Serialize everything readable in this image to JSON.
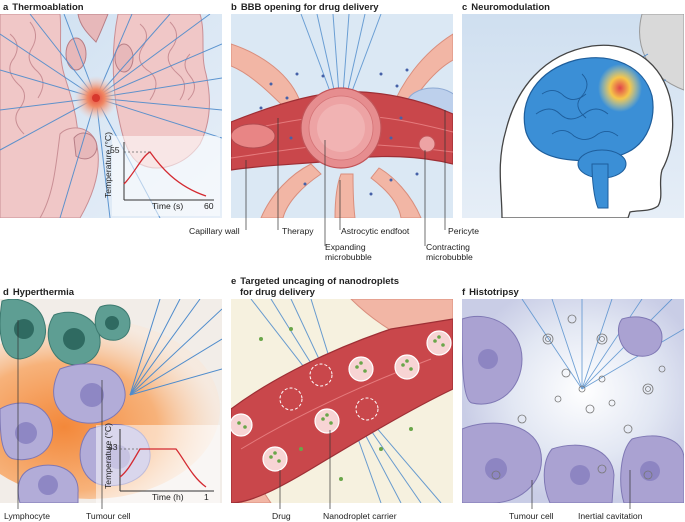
{
  "panels": {
    "a": {
      "letter": "a",
      "title": "Thermoablation",
      "chart": {
        "y_label": "Temperature (°C)",
        "y_tick": "55",
        "x_label": "Time (s)",
        "x_tick": "60"
      }
    },
    "b": {
      "letter": "b",
      "title": "BBB opening for drug delivery",
      "labels": {
        "capillary_wall": "Capillary wall",
        "therapy": "Therapy",
        "expanding_mb_1": "Expanding",
        "expanding_mb_2": "microbubble",
        "astrocytic_endfoot": "Astrocytic endfoot",
        "pericyte": "Pericyte",
        "contracting_mb_1": "Contracting",
        "contracting_mb_2": "microbubble"
      }
    },
    "c": {
      "letter": "c",
      "title": "Neuromodulation"
    },
    "d": {
      "letter": "d",
      "title": "Hyperthermia",
      "chart": {
        "y_label": "Temperature (°C)",
        "y_tick": "43",
        "x_label": "Time (h)",
        "x_tick": "1"
      },
      "labels": {
        "lymphocyte": "Lymphocyte",
        "tumour_cell": "Tumour cell"
      }
    },
    "e": {
      "letter": "e",
      "title_1": "Targeted uncaging of nanodroplets",
      "title_2": "for drug delivery",
      "labels": {
        "drug": "Drug",
        "nanodroplet_carrier": "Nanodroplet carrier"
      }
    },
    "f": {
      "letter": "f",
      "title": "Histotripsy",
      "labels": {
        "tumour_cell": "Tumour cell",
        "inertial_cavitation": "Inertial cavitation"
      }
    }
  },
  "colors": {
    "tissue_pink": "#f2cccc",
    "vessel_red": "#c9474b",
    "brain_blue": "#3b8fd6",
    "tumour_purple": "#a9a3d3",
    "lymph_teal": "#5e9e93",
    "heat_orange": "#f3883a",
    "beam_blue": "#4b86c8",
    "bg_blue": "#dde8f4"
  }
}
